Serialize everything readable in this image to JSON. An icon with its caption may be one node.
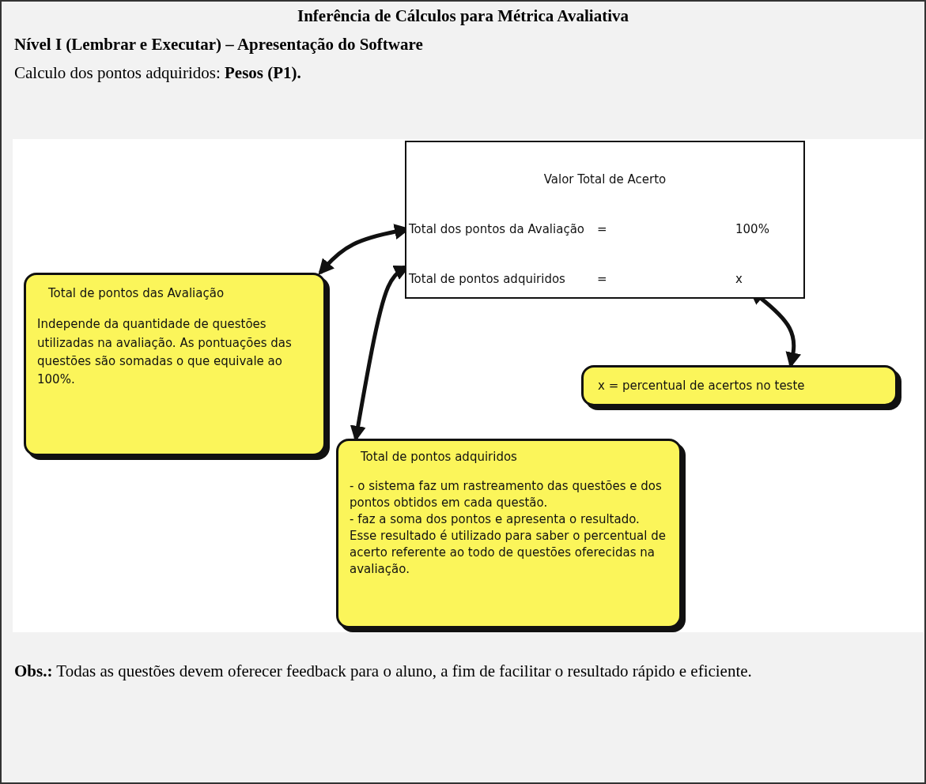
{
  "diagram": {
    "title": "Inferência de Cálculos para Métrica Avaliativa",
    "nodes": [
      {
        "text": [
          "Valor Total de Acerto"
        ]
      },
      {
        "text": [
          "Total dos pontos da Avaliação",
          "=",
          "100%"
        ],
        "in": 0
      },
      {
        "text": [
          "Total de pontos adquiridos",
          "=",
          "x"
        ],
        "in": 0
      },
      {
        "text": [
          "Total de pontos das Avaliação",
          "Independe da quantidade de questões utilizadas na avaliação. As pontuações das questões são somadas o que equivale ao 100%."
        ]
      },
      {
        "text": [
          "x = percentual de acertos no teste"
        ]
      },
      {
        "text": [
          "Total de pontos adquiridos",
          "- o sistema faz um rastreamento das questões e dos pontos obtidos em cada questão.",
          "- faz a soma dos pontos e apresenta o resultado.",
          "Esse resultado é utilizado para saber o percentual de acerto referente ao todo de questões oferecidas na avaliação."
        ]
      }
    ],
    "edges": [
      {
        "from": 3,
        "to": 1,
        "arrow": "both"
      },
      {
        "from": 5,
        "to": 2,
        "arrow": "both"
      },
      {
        "from": 4,
        "to": 2,
        "arrow": "both"
      }
    ],
    "labels": [
      "Nível I (Lembrar e Executar) – Apresentação do Software",
      "Calculo dos pontos adquiridos: **Pesos (P1).**",
      "**Obs.:** Todas as questões devem oferecer feedback para o aluno, a fim de facilitar o resultado rápido e eficiente."
    ]
  }
}
